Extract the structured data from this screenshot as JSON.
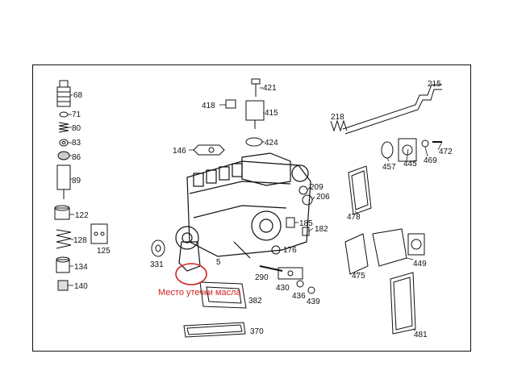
{
  "diagram": {
    "part_numbers": {
      "p68": "68",
      "p71": "71",
      "p80": "80",
      "p83": "83",
      "p86": "86",
      "p89": "89",
      "p122": "122",
      "p128": "128",
      "p125": "125",
      "p134": "134",
      "p140": "140",
      "p331": "331",
      "p5": "5",
      "p290": "290",
      "p430": "430",
      "p436": "436",
      "p439": "439",
      "p382": "382",
      "p370": "370",
      "p421": "421",
      "p418": "418",
      "p415": "415",
      "p424": "424",
      "p146": "146",
      "p209": "209",
      "p206": "206",
      "p185": "185",
      "p182": "182",
      "p176": "176",
      "p215": "215",
      "p218": "218",
      "p457": "457",
      "p445": "445",
      "p469": "469",
      "p472": "472",
      "p478": "478",
      "p475": "475",
      "p449": "449",
      "p481": "481"
    },
    "annotation": {
      "text": "Место утечки масла",
      "color": "#d21f1f"
    }
  }
}
